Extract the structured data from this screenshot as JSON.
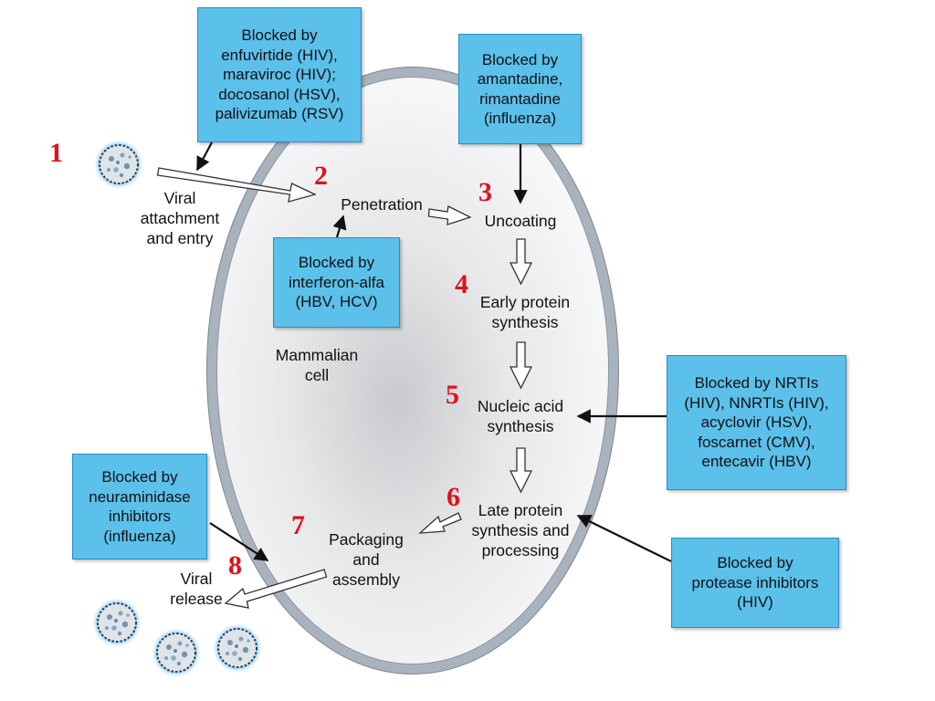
{
  "cell_label": [
    "Mammalian",
    "cell"
  ],
  "steps": {
    "attachment": [
      "Viral",
      "attachment",
      "and entry"
    ],
    "penetration": [
      "Penetration"
    ],
    "uncoating": [
      "Uncoating"
    ],
    "early_protein": [
      "Early protein",
      "synthesis"
    ],
    "nucleic_acid": [
      "Nucleic acid",
      "synthesis"
    ],
    "late_protein": [
      "Late protein",
      "synthesis and",
      "processing"
    ],
    "packaging": [
      "Packaging",
      "and",
      "assembly"
    ],
    "release": [
      "Viral",
      "release"
    ]
  },
  "numbers": [
    "1",
    "2",
    "3",
    "4",
    "5",
    "6",
    "7",
    "8"
  ],
  "boxes": {
    "entry_inhibitors": [
      "Blocked by",
      "enfuvirtide (HIV),",
      "maraviroc (HIV);",
      "docosanol (HSV),",
      "palivizumab (RSV)"
    ],
    "uncoating_inhibitors": [
      "Blocked by",
      "amantadine,",
      "rimantadine",
      "(influenza)"
    ],
    "interferon": [
      "Blocked by",
      "interferon-alfa",
      "(HBV, HCV)"
    ],
    "nucleic_acid_inhibitors": [
      "Blocked by NRTIs",
      "(HIV), NNRTIs (HIV),",
      "acyclovir (HSV),",
      "foscarnet (CMV),",
      "entecavir (HBV)"
    ],
    "neuraminidase": [
      "Blocked by",
      "neuraminidase",
      "inhibitors",
      "(influenza)"
    ],
    "protease": [
      "Blocked by",
      "protease inhibitors",
      "(HIV)"
    ]
  },
  "colors": {
    "box_fill": "#5bc0ea",
    "box_border": "#2a8fbf",
    "number": "#e0101a",
    "membrane": "#a9b3bd"
  }
}
